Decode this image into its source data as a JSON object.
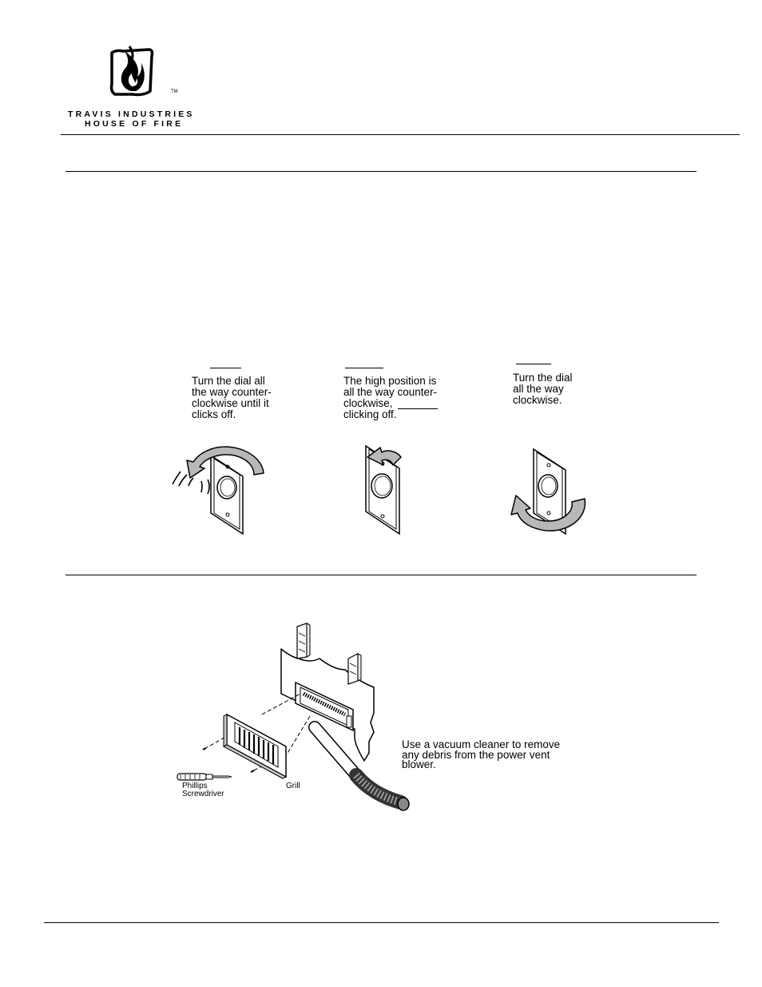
{
  "logo": {
    "trademark": "TM",
    "line1": "TRAVIS INDUSTRIES",
    "line2": "HOUSE OF FIRE"
  },
  "switch_positions": [
    {
      "caption": [
        "Turn the dial all",
        "the way counter-",
        "clockwise until it",
        "clicks off."
      ]
    },
    {
      "caption": [
        "The high position is",
        "all the way counter-",
        "clockwise,",
        "clicking off."
      ]
    },
    {
      "caption": [
        "Turn the dial",
        "all the way",
        "clockwise."
      ]
    }
  ],
  "cleaning": {
    "instruction": [
      "Use a vacuum cleaner to remove",
      "any debris from the power vent",
      "blower."
    ],
    "screwdriver_label": [
      "Phillips",
      "Screwdriver"
    ],
    "grill_label": "Grill"
  },
  "icons": [
    "flame-logo-icon",
    "counterclockwise-arrow-icon",
    "clockwise-arrow-icon",
    "click-sound-icon",
    "wall-switch-icon",
    "vacuum-hose-icon",
    "screwdriver-icon",
    "grill-icon"
  ]
}
